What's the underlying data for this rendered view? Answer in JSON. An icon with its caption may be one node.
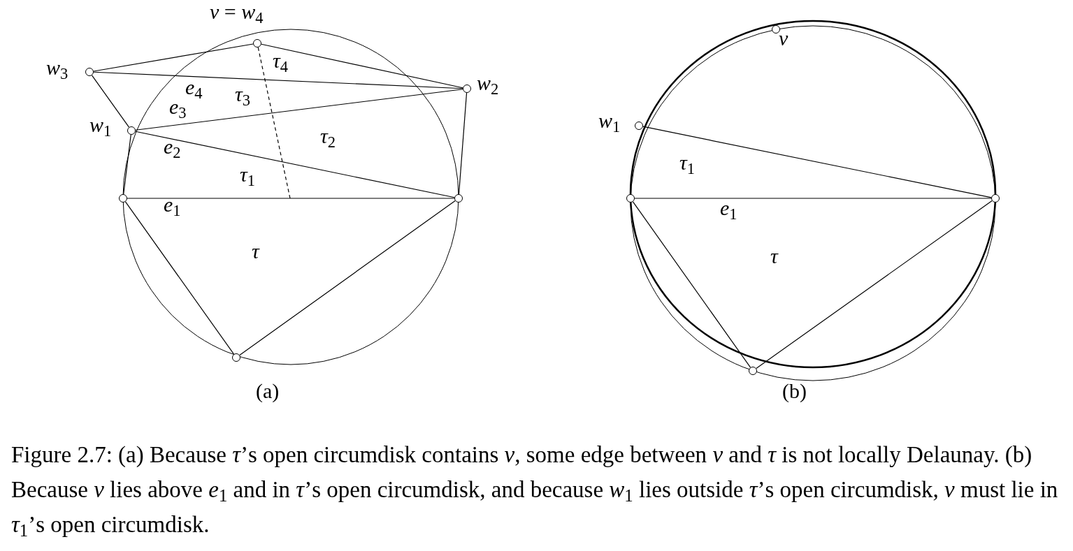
{
  "diagram": {
    "caption": "Figure 2.7: (a) Because *τ*’s open circumdisk contains *v*, some edge between *v* and *τ* is not locally Delaunay. (b) Because *v* lies above *e*$_{1}$ and in *τ*’s open circumdisk, and because *w*$_{1}$ lies outside *τ*’s open circumdisk, *v* must lie in *τ*$_{1}$’s open circumdisk.",
    "nodes": [
      {
        "text": [],
        "shape": "circle",
        "beside": [
          "*v* = *w*$_{4}$"
        ]
      },
      {
        "text": [],
        "shape": "circle",
        "beside": [
          "*w*$_{3}$"
        ]
      },
      {
        "text": [],
        "shape": "circle",
        "beside": [
          "*w*$_{2}$"
        ]
      },
      {
        "text": [],
        "shape": "circle",
        "beside": [
          "*w*$_{1}$"
        ]
      },
      {
        "text": [],
        "shape": "circle"
      },
      {
        "text": [],
        "shape": "circle"
      },
      {
        "text": [],
        "shape": "circle"
      },
      {
        "text": [],
        "shape": "circle",
        "beside": [
          "*v*"
        ]
      },
      {
        "text": [],
        "shape": "circle",
        "beside": [
          "*w*$_{1}$"
        ]
      },
      {
        "text": [],
        "shape": "circle"
      },
      {
        "text": [],
        "shape": "circle"
      },
      {
        "text": [],
        "shape": "circle"
      }
    ],
    "edges": [
      {
        "from": 1,
        "to": 0,
        "arrow": "none"
      },
      {
        "from": 0,
        "to": 2,
        "arrow": "none"
      },
      {
        "from": 1,
        "to": 2,
        "arrow": "none"
      },
      {
        "from": 1,
        "to": 3,
        "arrow": "none"
      },
      {
        "from": 3,
        "to": 2,
        "arrow": "none"
      },
      {
        "from": 3,
        "to": 5,
        "arrow": "none"
      },
      {
        "from": 2,
        "to": 5,
        "arrow": "none"
      },
      {
        "from": 3,
        "to": 4,
        "arrow": "none"
      },
      {
        "from": 4,
        "to": 5,
        "arrow": "none"
      },
      {
        "from": 4,
        "to": 6,
        "arrow": "none"
      },
      {
        "from": 6,
        "to": 5,
        "arrow": "none"
      },
      {
        "from": 0,
        "to": null,
        "arrow": "none",
        "style": "dashed"
      },
      {
        "from": 8,
        "to": 10,
        "arrow": "none"
      },
      {
        "from": 9,
        "to": 10,
        "arrow": "none"
      },
      {
        "from": 9,
        "to": 11,
        "arrow": "none"
      },
      {
        "from": 11,
        "to": 10,
        "arrow": "none"
      }
    ],
    "labels": [
      "*τ*$_{4}$",
      "*e*$_{4}$",
      "*τ*$_{3}$",
      "*e*$_{3}$",
      "*τ*$_{2}$",
      "*e*$_{2}$",
      "*τ*$_{1}$",
      "*e*$_{1}$",
      "*τ*",
      "(a)",
      "*τ*$_{1}$",
      "*e*$_{1}$",
      "*τ*",
      "(b)"
    ]
  }
}
